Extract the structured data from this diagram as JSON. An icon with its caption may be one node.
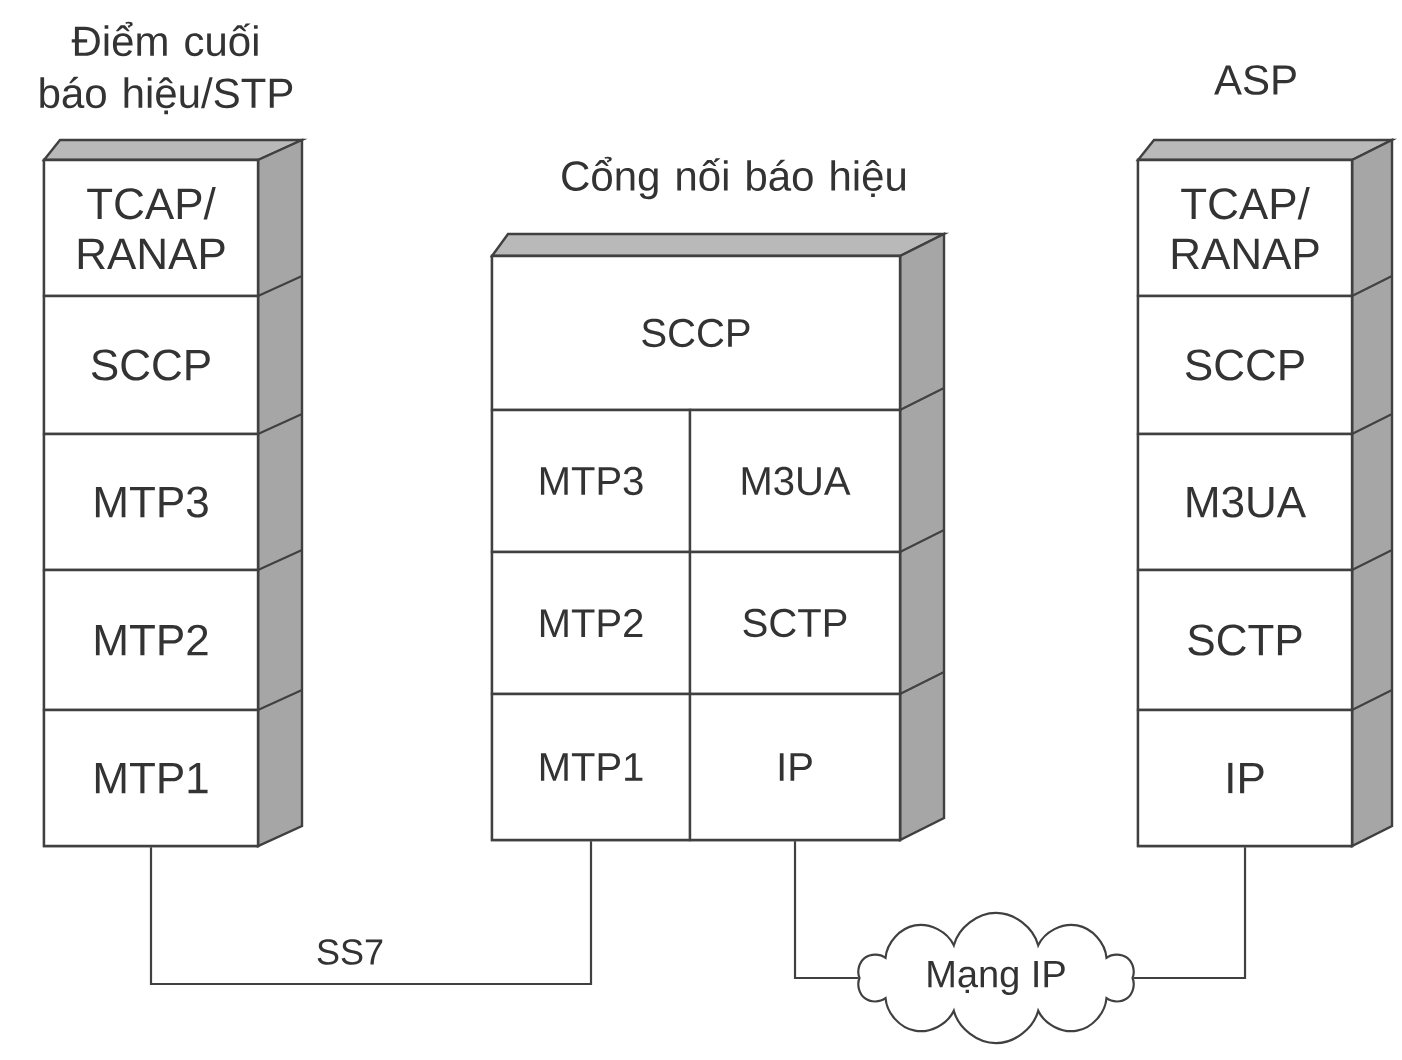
{
  "diagram": {
    "nodes": [
      {
        "text": [
          "Điểm cuối báo hiệu/STP"
        ]
      },
      {
        "text": [
          "TCAP/ RANAP"
        ],
        "in": 0
      },
      {
        "text": [
          "SCCP"
        ],
        "in": 0
      },
      {
        "text": [
          "MTP3"
        ],
        "in": 0
      },
      {
        "text": [
          "MTP2"
        ],
        "in": 0
      },
      {
        "text": [
          "MTP1"
        ],
        "in": 0
      },
      {
        "text": [
          "Cổng nối báo hiệu"
        ]
      },
      {
        "text": [
          "SCCP"
        ],
        "in": 6
      },
      {
        "text": [
          "MTP3"
        ],
        "in": 6
      },
      {
        "text": [
          "M3UA"
        ],
        "in": 6
      },
      {
        "text": [
          "MTP2"
        ],
        "in": 6
      },
      {
        "text": [
          "SCTP"
        ],
        "in": 6
      },
      {
        "text": [
          "MTP1"
        ],
        "in": 6
      },
      {
        "text": [
          "IP"
        ],
        "in": 6
      },
      {
        "text": [
          "ASP"
        ]
      },
      {
        "text": [
          "TCAP/ RANAP"
        ],
        "in": 14
      },
      {
        "text": [
          "SCCP"
        ],
        "in": 14
      },
      {
        "text": [
          "M3UA"
        ],
        "in": 14
      },
      {
        "text": [
          "SCTP"
        ],
        "in": 14
      },
      {
        "text": [
          "IP"
        ],
        "in": 14
      },
      {
        "text": [
          "Mạng IP"
        ]
      }
    ],
    "edges": [
      {
        "from": 5,
        "to": 12,
        "arrow": "none",
        "label": "SS7"
      },
      {
        "from": 13,
        "to": 20,
        "arrow": "none"
      },
      {
        "from": 20,
        "to": 19,
        "arrow": "none"
      }
    ]
  }
}
